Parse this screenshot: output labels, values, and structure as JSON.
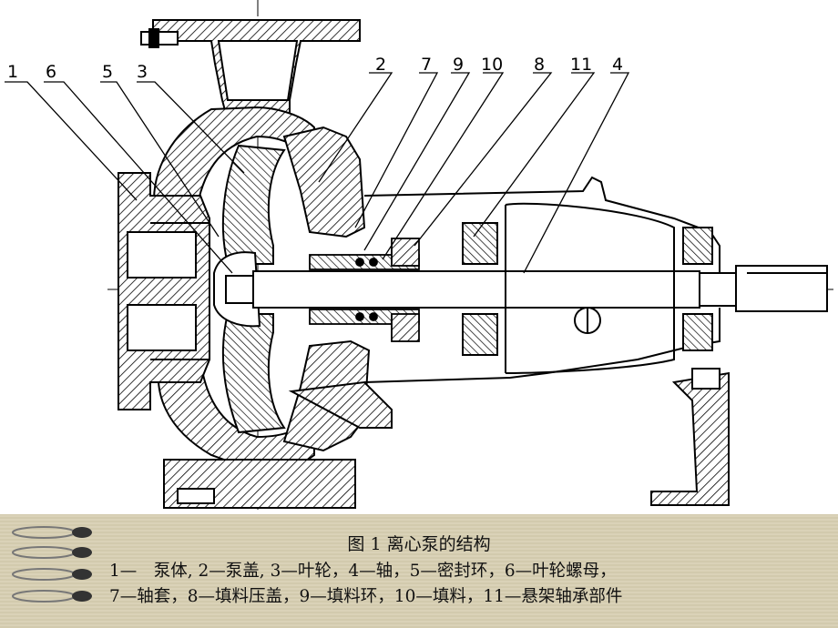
{
  "callouts": [
    "1",
    "6",
    "5",
    "3",
    "2",
    "7",
    "9",
    "10",
    "8",
    "11",
    "4"
  ],
  "caption": {
    "title": "图 1  离心泵的结构",
    "line1": "1—　泵体, 2—泵盖, 3—叶轮，4—轴，5—密封环，6—叶轮螺母，",
    "line2": "7—轴套，8—填料压盖，9—填料环，10—填料，11—悬架轴承部件"
  },
  "colors": {
    "caption_band": "#d8d0b4",
    "hatch": "#000000"
  }
}
